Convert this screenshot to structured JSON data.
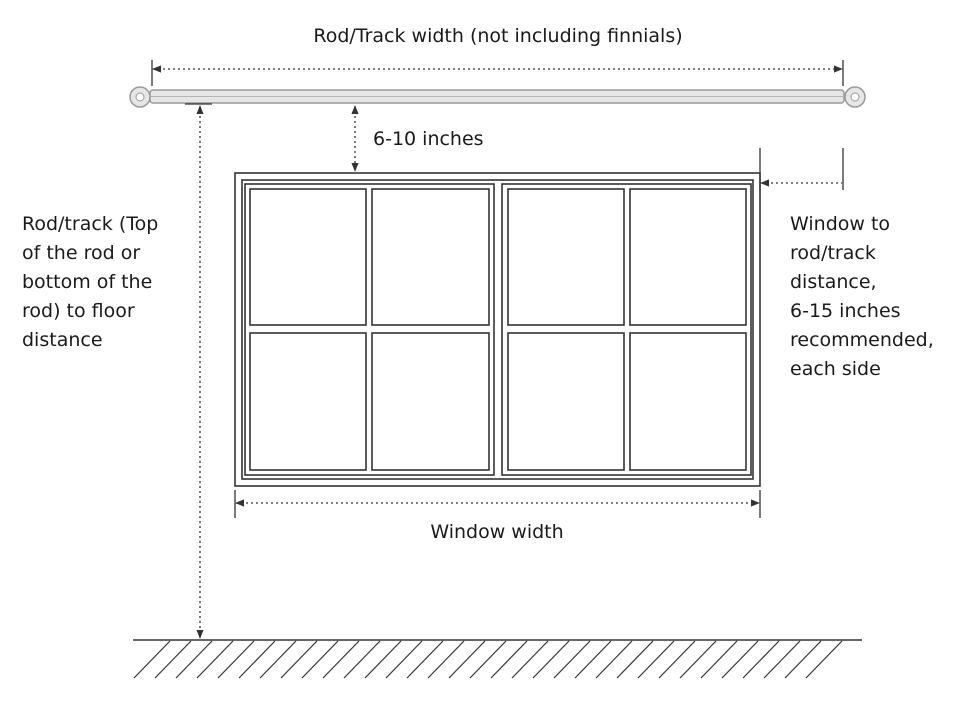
{
  "labels": {
    "rod_width": "Rod/Track width (not including finnials)",
    "top_gap": "6-10 inches",
    "floor_distance": [
      "Rod/track (Top",
      "of the rod or",
      "bottom of the",
      "rod) to floor",
      "distance"
    ],
    "side_distance": [
      "Window to",
      "rod/track",
      "distance,",
      "6-15 inches",
      "recommended,",
      "each side"
    ],
    "window_width": "Window width"
  },
  "colors": {
    "line": "#333333",
    "rod_fill": "#e6e6e6",
    "rod_stroke": "#9a9a9a",
    "text": "#1a1a1a"
  }
}
